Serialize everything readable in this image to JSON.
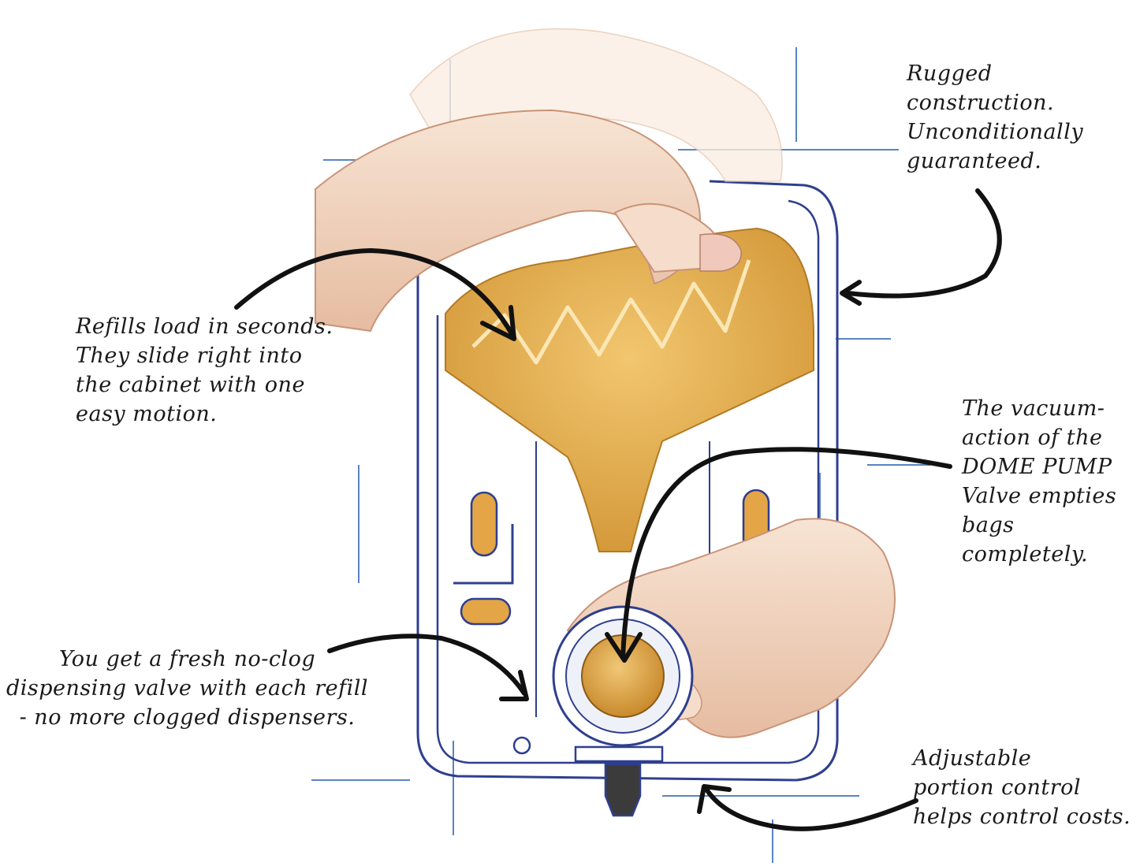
{
  "annotations": {
    "rugged": "Rugged\nconstruction.\nUnconditionally\nguaranteed.",
    "refills": "Refills load in seconds.\nThey slide right into\nthe cabinet with one\neasy motion.",
    "vacuum": "The vacuum-\naction of the\nDOME PUMP\nValve empties\nbags completely.",
    "fresh": "You get a fresh no-clog\ndispensing valve with each refill\n- no more clogged dispensers.",
    "portion": "Adjustable\nportion control\nhelps control costs."
  },
  "colors": {
    "tile_line": "#3d6fb5",
    "cabinet_outline": "#2f3f8f",
    "refill_bag": "#d9a13a",
    "refill_bag_light": "#f0c46a",
    "skin": "#f3d9c4",
    "skin_shadow": "#d9aa8f",
    "arrow": "#111111"
  }
}
